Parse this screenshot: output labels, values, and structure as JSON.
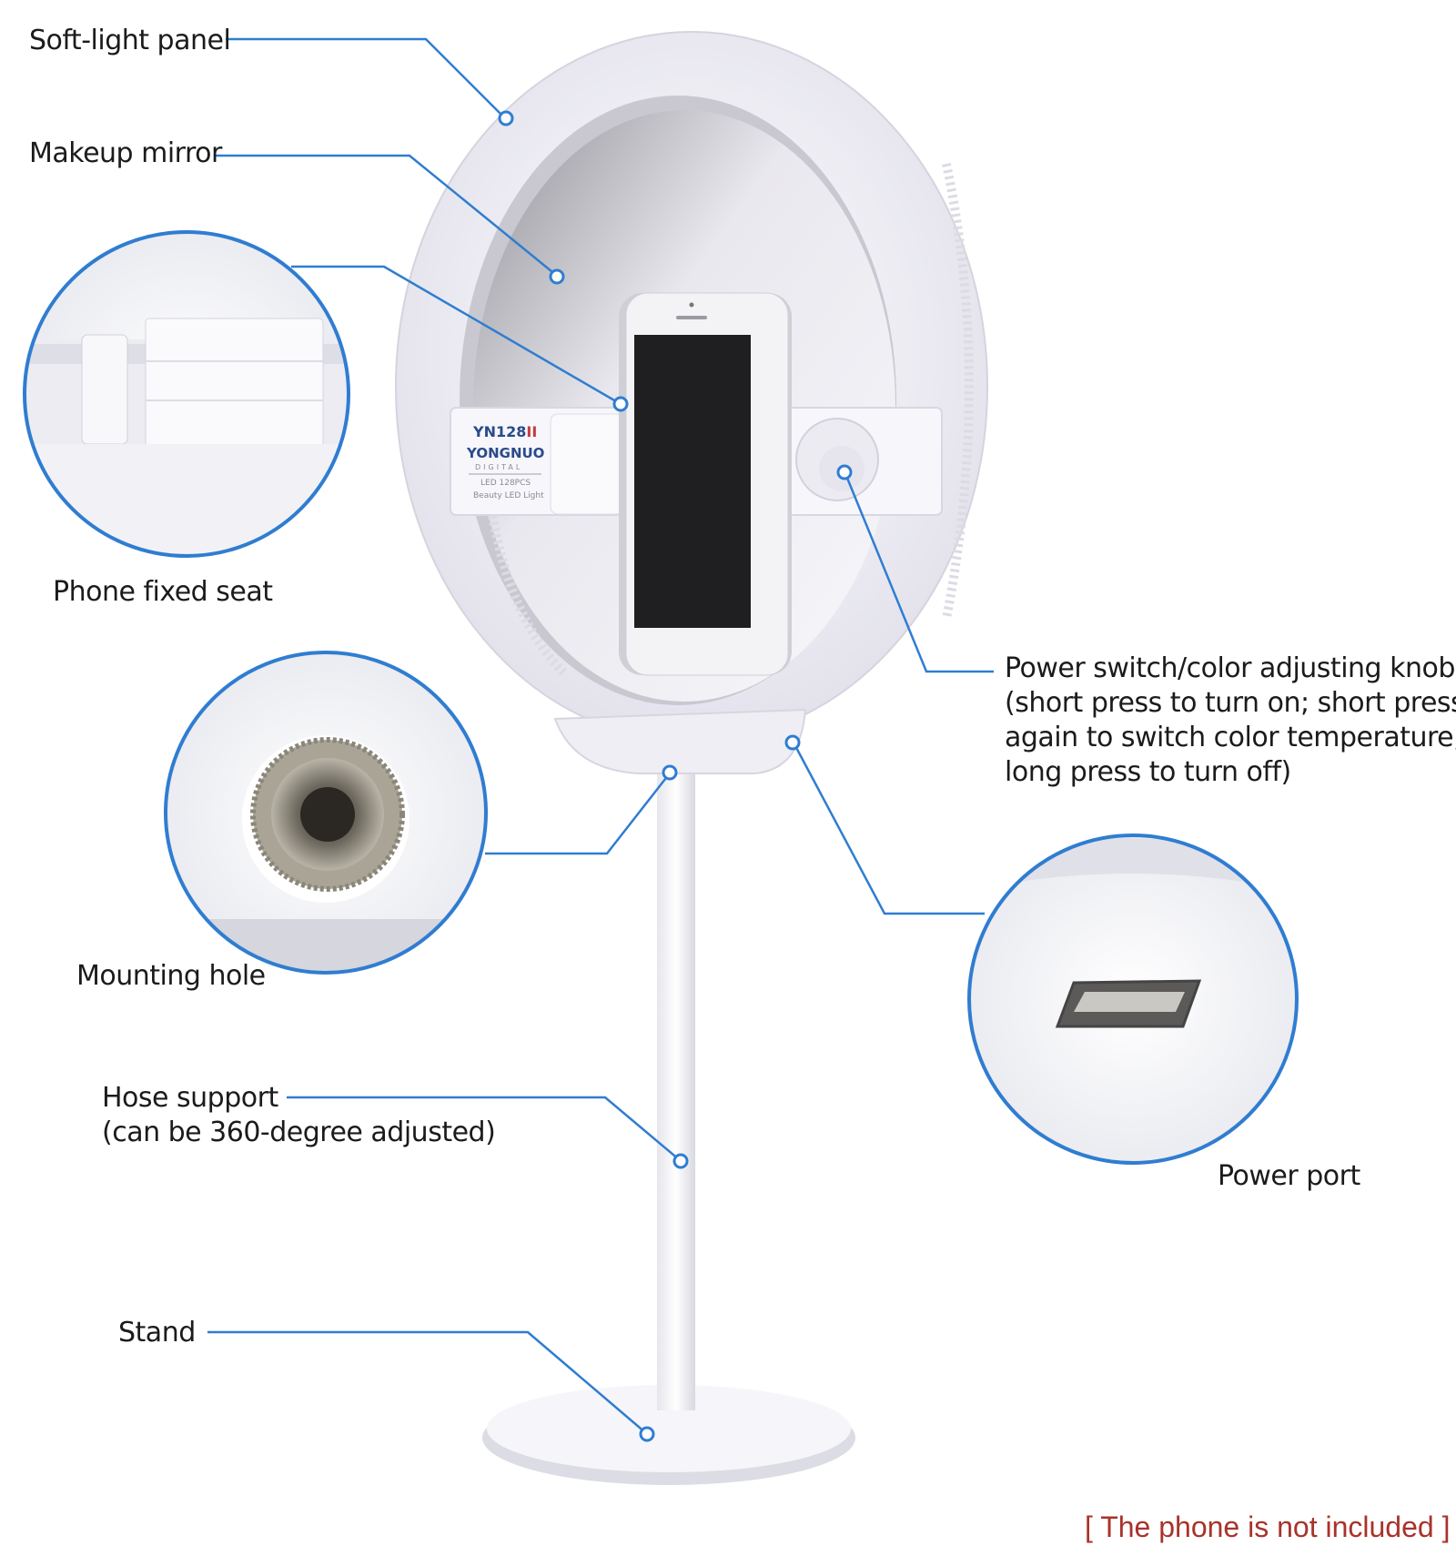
{
  "callouts": {
    "soft_light_panel": "Soft-light panel",
    "makeup_mirror": "Makeup mirror",
    "phone_fixed_seat": "Phone fixed seat",
    "power_knob": {
      "line1": "Power switch/color adjusting knob",
      "line2": "(short press to turn on; short press",
      "line3": "again to switch color temperature;",
      "line4": "long press to turn off)"
    },
    "mounting_hole": "Mounting hole",
    "power_port": "Power port",
    "hose_support": {
      "line1": "Hose support",
      "line2": "(can be 360-degree adjusted)"
    },
    "stand": "Stand"
  },
  "product": {
    "model": "YN128",
    "model_suffix": "II",
    "brand": "YONGNUO",
    "brand_sub": "DIGITAL",
    "spec_line": "LED 128PCS",
    "desc_line": "Beauty LED Light"
  },
  "note": "[ The phone is  not included ]",
  "colors": {
    "leader_line": "#2f7dd1",
    "note_text": "#a8332b",
    "product_white": "#f4f3f8"
  }
}
